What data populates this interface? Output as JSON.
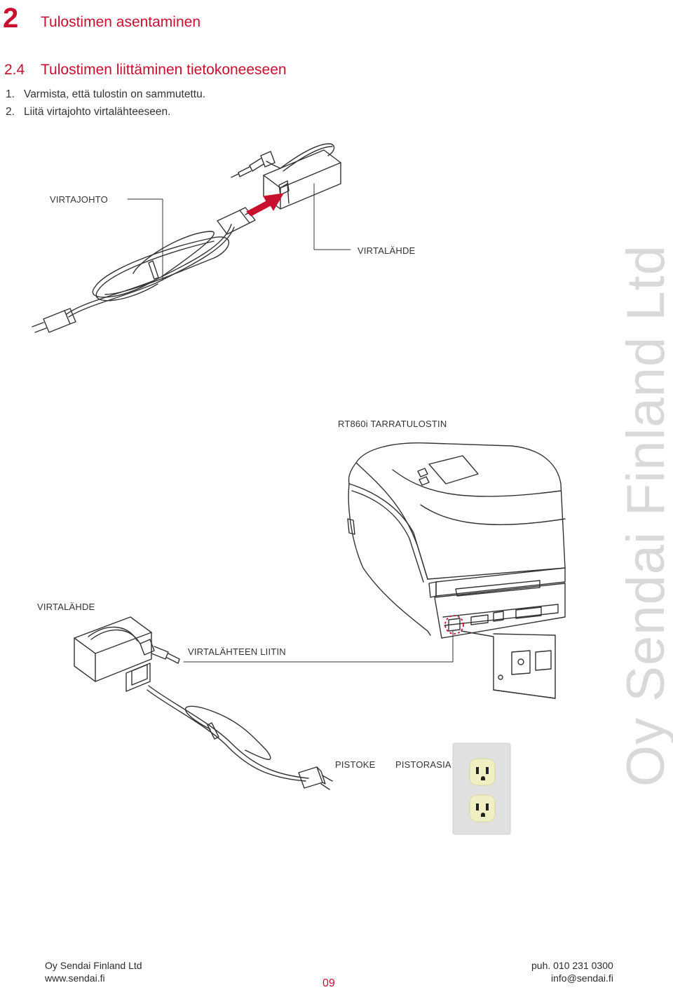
{
  "header": {
    "chapter_number": "2",
    "chapter_title": "Tulostimen asentaminen",
    "section_number": "2.4",
    "section_title": "Tulostimen liittäminen tietokoneeseen"
  },
  "steps": [
    {
      "number": "1.",
      "text": "Varmista, että tulostin on sammutettu."
    },
    {
      "number": "2.",
      "text": "Liitä virtajohto virtalähteeseen."
    }
  ],
  "labels": {
    "virtajohto": "VIRTAJOHTO",
    "virtalahde_top": "VIRTALÄHDE",
    "printer": "RT860i TARRATULOSTIN",
    "virtalahde_bottom": "VIRTALÄHDE",
    "connector": "VIRTALÄHTEEN LIITIN",
    "plug": "PISTOKE",
    "socket": "PISTORASIA"
  },
  "watermark": "Oy Sendai Finland Ltd",
  "footer": {
    "company": "Oy Sendai Finland Ltd",
    "website": "www.sendai.fi",
    "page": "09",
    "phone": "puh. 010 231 0300",
    "email": "info@sendai.fi"
  },
  "colors": {
    "accent": "#c8102e",
    "watermark": "#d9d9d9",
    "outlet_plate": "#e0e0e0",
    "outlet_socket": "#f0efc4"
  },
  "icons": [
    "power-cord-icon",
    "power-adapter-icon",
    "arrow-icon",
    "printer-icon",
    "wall-outlet-icon"
  ]
}
